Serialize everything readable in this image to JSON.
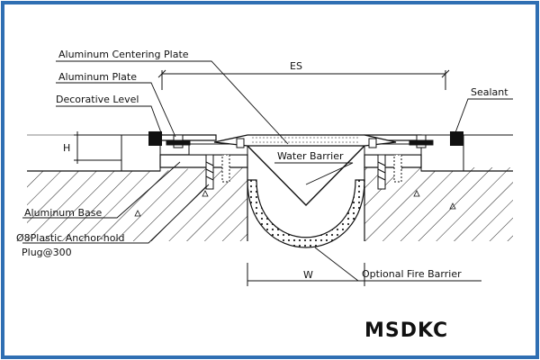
{
  "labels": {
    "centering_plate": "Aluminum Centering Plate",
    "aluminum_plate": "Aluminum Plate",
    "decorative_level": "Decorative Level",
    "sealant": "Sealant",
    "es": "ES",
    "h": "H",
    "water_barrier": "Water Barrier",
    "aluminum_base": "Aluminum Base",
    "anchor_line1": "Ø8Plastic Anchor-hold",
    "anchor_line2": "Plug@300",
    "fire_barrier": "Optional Fire Barrier",
    "w": "W"
  },
  "brand": "MSDKC",
  "colors": {
    "border": "#2f6fb3",
    "line": "#111111"
  }
}
